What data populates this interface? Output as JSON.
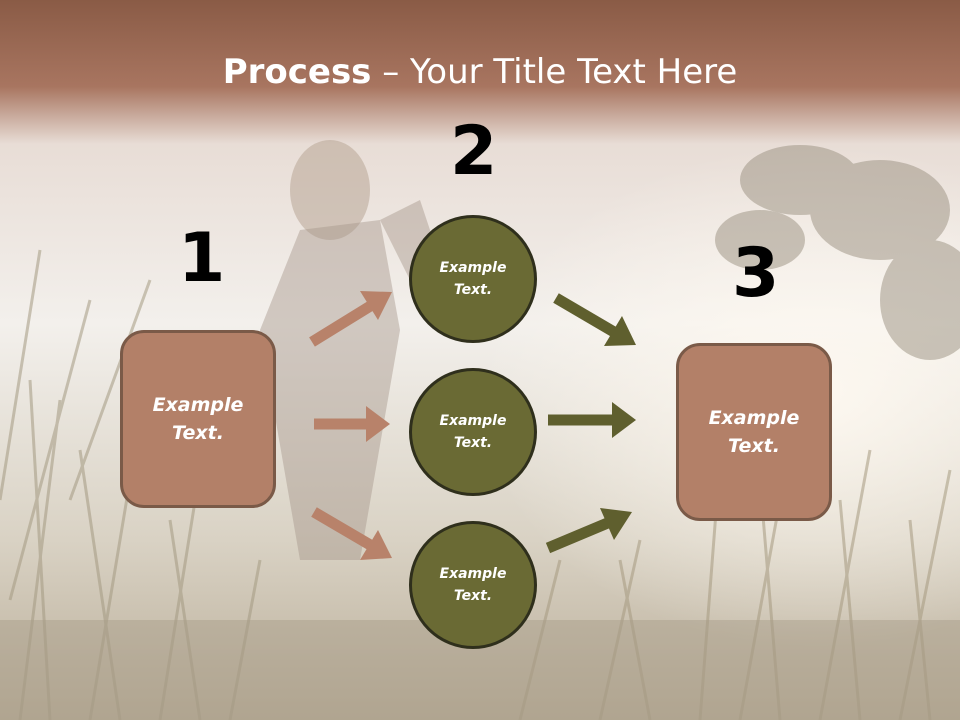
{
  "title": {
    "bold": "Process",
    "rest": " – Your Title Text Here"
  },
  "steps": [
    {
      "number": "1",
      "label": "Example\nText."
    },
    {
      "number": "2",
      "label": "Example\nText."
    },
    {
      "number": "3",
      "label": "Example\nText."
    }
  ],
  "middle_circles": [
    {
      "label": "Example\nText."
    },
    {
      "label": "Example\nText."
    },
    {
      "label": "Example\nText."
    }
  ],
  "colors": {
    "box_fill": "#b38068",
    "circle_fill": "#6a6a34",
    "arrow_left": "#b8826a",
    "arrow_right": "#5f5f2e",
    "banner": "#9b6a55"
  }
}
